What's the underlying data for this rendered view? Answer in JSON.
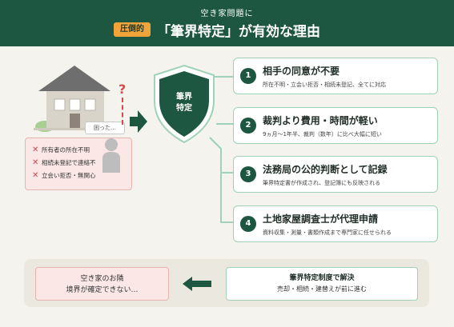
{
  "header": {
    "subtitle": "空き家問題に",
    "badge": "圧倒的",
    "title": "「筆界特定」が有効な理由"
  },
  "illustration": {
    "speech": "困った…",
    "question_mark": "?",
    "problems": [
      "所有者の所在不明",
      "相続未登記で連絡不",
      "立会い拒否・無関心"
    ],
    "problem_mark": "✕"
  },
  "shield": {
    "line1": "筆界",
    "line2": "特定"
  },
  "reasons": [
    {
      "num": "1",
      "title": "相手の同意が不要",
      "desc": "所在不明・立会い拒否・相続未登記、全てに対応"
    },
    {
      "num": "2",
      "title": "裁判より費用・時間が軽い",
      "desc": "9ヵ月〜1年半、裁判（数年）に比べ大幅に短い"
    },
    {
      "num": "3",
      "title": "法務局の公的判断として記録",
      "desc": "筆界特定書が作成され、登記簿にも反映される"
    },
    {
      "num": "4",
      "title": "土地家屋調査士が代理申請",
      "desc": "資料収集・測量・書類作成まで専門家に任せられる"
    }
  ],
  "bottom": {
    "problem_line1": "空き家のお隣",
    "problem_line2": "境界が確定できない…",
    "solution_title": "筆界特定制度で解決",
    "solution_desc": "売却・相続・建替えが前に進む"
  },
  "colors": {
    "brand_green": "#1d5641",
    "accent_orange": "#f0a43a",
    "alert_red": "#d94a4a",
    "card_border": "#9fd2b6"
  }
}
